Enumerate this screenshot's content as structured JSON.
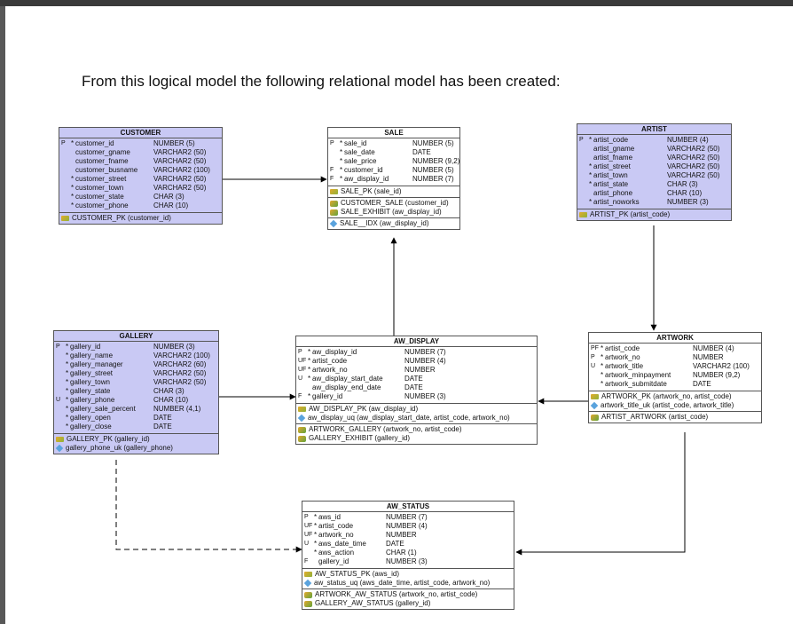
{
  "heading": "From this logical model the following relational model has been created:",
  "tables": {
    "customer": {
      "title": "CUSTOMER",
      "columns": [
        {
          "key": "P",
          "mark": "*",
          "name": "customer_id",
          "type": "NUMBER (5)"
        },
        {
          "key": "",
          "mark": "",
          "name": "customer_gname",
          "type": "VARCHAR2 (50)"
        },
        {
          "key": "",
          "mark": "",
          "name": "customer_fname",
          "type": "VARCHAR2 (50)"
        },
        {
          "key": "",
          "mark": "",
          "name": "customer_busname",
          "type": "VARCHAR2 (100)"
        },
        {
          "key": "",
          "mark": "*",
          "name": "customer_street",
          "type": "VARCHAR2 (50)"
        },
        {
          "key": "",
          "mark": "*",
          "name": "customer_town",
          "type": "VARCHAR2 (50)"
        },
        {
          "key": "",
          "mark": "*",
          "name": "customer_state",
          "type": "CHAR (3)"
        },
        {
          "key": "",
          "mark": "*",
          "name": "customer_phone",
          "type": "CHAR (10)"
        }
      ],
      "sections": [
        [
          {
            "icon": "pk",
            "text": "CUSTOMER_PK (customer_id)"
          }
        ]
      ]
    },
    "sale": {
      "title": "SALE",
      "columns": [
        {
          "key": "P",
          "mark": "*",
          "name": "sale_id",
          "type": "NUMBER (5)"
        },
        {
          "key": "",
          "mark": "*",
          "name": "sale_date",
          "type": "DATE"
        },
        {
          "key": "",
          "mark": "*",
          "name": "sale_price",
          "type": "NUMBER (9,2)"
        },
        {
          "key": "F",
          "mark": "*",
          "name": "customer_id",
          "type": "NUMBER (5)"
        },
        {
          "key": "F",
          "mark": "*",
          "name": "aw_display_id",
          "type": "NUMBER (7)"
        }
      ],
      "sections": [
        [
          {
            "icon": "pk",
            "text": "SALE_PK (sale_id)"
          }
        ],
        [
          {
            "icon": "fk",
            "text": "CUSTOMER_SALE (customer_id)"
          },
          {
            "icon": "fk",
            "text": "SALE_EXHIBIT (aw_display_id)"
          }
        ],
        [
          {
            "icon": "uk",
            "text": "SALE__IDX (aw_display_id)"
          }
        ]
      ]
    },
    "artist": {
      "title": "ARTIST",
      "columns": [
        {
          "key": "P",
          "mark": "*",
          "name": "artist_code",
          "type": "NUMBER (4)"
        },
        {
          "key": "",
          "mark": "",
          "name": "artist_gname",
          "type": "VARCHAR2 (50)"
        },
        {
          "key": "",
          "mark": "",
          "name": "artist_fname",
          "type": "VARCHAR2 (50)"
        },
        {
          "key": "",
          "mark": "*",
          "name": "artist_street",
          "type": "VARCHAR2 (50)"
        },
        {
          "key": "",
          "mark": "*",
          "name": "artist_town",
          "type": "VARCHAR2 (50)"
        },
        {
          "key": "",
          "mark": "*",
          "name": "artist_state",
          "type": "CHAR (3)"
        },
        {
          "key": "",
          "mark": "",
          "name": "artist_phone",
          "type": "CHAR (10)"
        },
        {
          "key": "",
          "mark": "*",
          "name": "artist_noworks",
          "type": "NUMBER (3)"
        }
      ],
      "sections": [
        [
          {
            "icon": "pk",
            "text": "ARTIST_PK (artist_code)"
          }
        ]
      ]
    },
    "gallery": {
      "title": "GALLERY",
      "columns": [
        {
          "key": "P",
          "mark": "*",
          "name": "gallery_id",
          "type": "NUMBER (3)"
        },
        {
          "key": "",
          "mark": "*",
          "name": "gallery_name",
          "type": "VARCHAR2 (100)"
        },
        {
          "key": "",
          "mark": "*",
          "name": "gallery_manager",
          "type": "VARCHAR2 (60)"
        },
        {
          "key": "",
          "mark": "*",
          "name": "gallery_street",
          "type": "VARCHAR2 (50)"
        },
        {
          "key": "",
          "mark": "*",
          "name": "gallery_town",
          "type": "VARCHAR2 (50)"
        },
        {
          "key": "",
          "mark": "*",
          "name": "gallery_state",
          "type": "CHAR (3)"
        },
        {
          "key": "U",
          "mark": "*",
          "name": "gallery_phone",
          "type": "CHAR (10)"
        },
        {
          "key": "",
          "mark": "*",
          "name": "gallery_sale_percent",
          "type": "NUMBER (4,1)"
        },
        {
          "key": "",
          "mark": "*",
          "name": "gallery_open",
          "type": "DATE"
        },
        {
          "key": "",
          "mark": "*",
          "name": "gallery_close",
          "type": "DATE"
        }
      ],
      "sections": [
        [
          {
            "icon": "pk",
            "text": "GALLERY_PK (gallery_id)"
          },
          {
            "icon": "uk",
            "text": "gallery_phone_uk (gallery_phone)"
          }
        ]
      ]
    },
    "aw_display": {
      "title": "AW_DISPLAY",
      "columns": [
        {
          "key": "P",
          "mark": "*",
          "name": "aw_display_id",
          "type": "NUMBER (7)"
        },
        {
          "key": "UF",
          "mark": "*",
          "name": "artist_code",
          "type": "NUMBER (4)"
        },
        {
          "key": "UF",
          "mark": "*",
          "name": "artwork_no",
          "type": "NUMBER"
        },
        {
          "key": "U",
          "mark": "*",
          "name": "aw_display_start_date",
          "type": "DATE"
        },
        {
          "key": "",
          "mark": "",
          "name": "aw_display_end_date",
          "type": "DATE"
        },
        {
          "key": "F",
          "mark": "*",
          "name": "gallery_id",
          "type": "NUMBER (3)"
        }
      ],
      "sections": [
        [
          {
            "icon": "pk",
            "text": "AW_DISPLAY_PK (aw_display_id)"
          },
          {
            "icon": "uk",
            "text": "aw_display_uq (aw_display_start_date, artist_code, artwork_no)"
          }
        ],
        [
          {
            "icon": "fk",
            "text": "ARTWORK_GALLERY (artwork_no, artist_code)"
          },
          {
            "icon": "fk",
            "text": "GALLERY_EXHIBIT (gallery_id)"
          }
        ]
      ]
    },
    "artwork": {
      "title": "ARTWORK",
      "columns": [
        {
          "key": "PF",
          "mark": "*",
          "name": "artist_code",
          "type": "NUMBER (4)"
        },
        {
          "key": "P",
          "mark": "*",
          "name": "artwork_no",
          "type": "NUMBER"
        },
        {
          "key": "U",
          "mark": "*",
          "name": "artwork_title",
          "type": "VARCHAR2 (100)"
        },
        {
          "key": "",
          "mark": "*",
          "name": "artwork_minpayment",
          "type": "NUMBER (9,2)"
        },
        {
          "key": "",
          "mark": "*",
          "name": "artwork_submitdate",
          "type": "DATE"
        }
      ],
      "sections": [
        [
          {
            "icon": "pk",
            "text": "ARTWORK_PK (artwork_no, artist_code)"
          },
          {
            "icon": "uk",
            "text": "artwork_title_uk (artist_code, artwork_title)"
          }
        ],
        [
          {
            "icon": "fk",
            "text": "ARTIST_ARTWORK (artist_code)"
          }
        ]
      ]
    },
    "aw_status": {
      "title": "AW_STATUS",
      "columns": [
        {
          "key": "P",
          "mark": "*",
          "name": "aws_id",
          "type": "NUMBER (7)"
        },
        {
          "key": "UF",
          "mark": "*",
          "name": "artist_code",
          "type": "NUMBER (4)"
        },
        {
          "key": "UF",
          "mark": "*",
          "name": "artwork_no",
          "type": "NUMBER"
        },
        {
          "key": "U",
          "mark": "*",
          "name": "aws_date_time",
          "type": "DATE"
        },
        {
          "key": "",
          "mark": "*",
          "name": "aws_action",
          "type": "CHAR (1)"
        },
        {
          "key": "F",
          "mark": "",
          "name": "gallery_id",
          "type": "NUMBER (3)"
        }
      ],
      "sections": [
        [
          {
            "icon": "pk",
            "text": "AW_STATUS_PK (aws_id)"
          },
          {
            "icon": "uk",
            "text": "aw_status_uq (aws_date_time, artist_code, artwork_no)"
          }
        ],
        [
          {
            "icon": "fk",
            "text": "ARTWORK_AW_STATUS (artwork_no, artist_code)"
          },
          {
            "icon": "fk",
            "text": "GALLERY_AW_STATUS (gallery_id)"
          }
        ]
      ]
    }
  },
  "icons": {
    "pk": "primary-key-icon",
    "fk": "foreign-key-icon",
    "uk": "unique-key-icon"
  },
  "colors": {
    "entity_fill": "#c9c9f4",
    "table_border": "#555555",
    "connector": "#000000"
  }
}
